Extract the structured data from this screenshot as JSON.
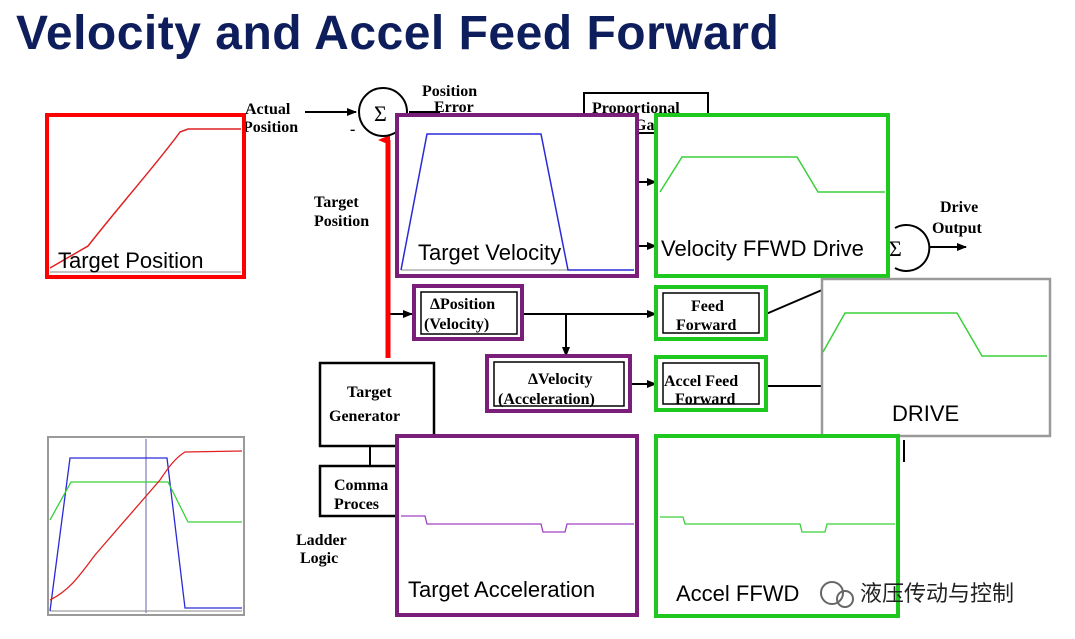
{
  "title": "Velocity and Accel Feed Forward",
  "labels": {
    "actual_position_1": "Actual",
    "actual_position_2": "Position",
    "position_error_1": "Position",
    "position_error_2": "Error",
    "proportional_1": "Proportional",
    "proportional_2": "Ga",
    "target_position_in_1": "Target",
    "target_position_in_2": "Position",
    "drive_output_1": "Drive",
    "drive_output_2": "Output",
    "delta_position_1": "ΔPosition",
    "delta_position_2": "(Velocity)",
    "delta_velocity_1": "ΔVelocity",
    "delta_velocity_2": "(Acceleration)",
    "feed_forward_1": "Feed",
    "feed_forward_2": "Forward",
    "accel_ff_1": "Accel Feed",
    "accel_ff_2": "Forward",
    "target_generator_1": "Target",
    "target_generator_2": "Generator",
    "command_proc_1": "Comma",
    "command_proc_2": "Proces",
    "ladder_logic_1": "Ladder",
    "ladder_logic_2": "Logic",
    "sigma": "Σ",
    "minus": "-"
  },
  "panels": {
    "target_position": "Target Position",
    "target_velocity": "Target Velocity",
    "velocity_ffwd": "Velocity FFWD Drive",
    "drive": "DRIVE",
    "target_acceleration": "Target Acceleration",
    "accel_ffwd": "Accel FFWD"
  },
  "watermark": "液压传动与控制",
  "colors": {
    "title": "#0e1e5c",
    "red_frame": "#ff0000",
    "purple_frame": "#7b1e7a",
    "green_frame": "#1ec81e",
    "blue_trace": "#2a2ad8",
    "green_trace": "#3ad03a",
    "red_trace": "#e02020",
    "purple_trace": "#a040c0"
  }
}
